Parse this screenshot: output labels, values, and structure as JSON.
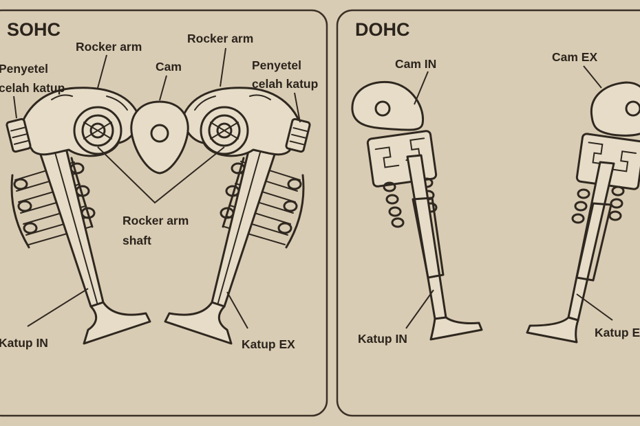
{
  "colors": {
    "background": "#d9ccb4",
    "ink": "#2f2820"
  },
  "sohc": {
    "title": "SOHC",
    "labels": {
      "rocker_arm_left": "Rocker arm",
      "rocker_arm_right": "Rocker arm",
      "cam": "Cam",
      "adjuster_left_line1": "Penyetel",
      "adjuster_left_line2": "celah katup",
      "adjuster_right_line1": "Penyetel",
      "adjuster_right_line2": "celah katup",
      "rocker_shaft_line1": "Rocker arm",
      "rocker_shaft_line2": "shaft",
      "valve_in": "Katup IN",
      "valve_ex": "Katup EX"
    }
  },
  "dohc": {
    "title": "DOHC",
    "labels": {
      "cam_in": "Cam IN",
      "cam_ex": "Cam EX",
      "valve_in": "Katup IN",
      "valve_ex": "Katup EX"
    }
  }
}
